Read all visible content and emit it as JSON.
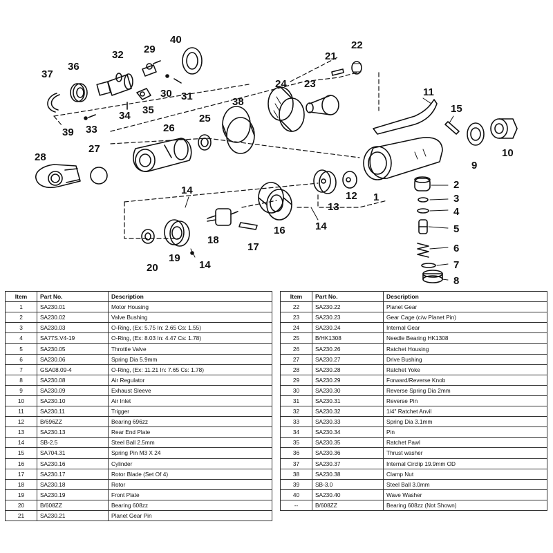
{
  "diagram": {
    "callouts": [
      "1",
      "2",
      "3",
      "4",
      "5",
      "6",
      "7",
      "8",
      "9",
      "10",
      "11",
      "12",
      "13",
      "14",
      "14",
      "14",
      "15",
      "16",
      "17",
      "18",
      "19",
      "20",
      "21",
      "22",
      "23",
      "24",
      "25",
      "26",
      "27",
      "28",
      "29",
      "30",
      "31",
      "32",
      "33",
      "34",
      "35",
      "36",
      "37",
      "38",
      "39",
      "40"
    ]
  },
  "table": {
    "headers": {
      "item": "Item",
      "part": "Part No.",
      "desc": "Description"
    },
    "left": [
      {
        "item": "1",
        "part": "SA230.01",
        "desc": "Motor Housing"
      },
      {
        "item": "2",
        "part": "SA230.02",
        "desc": "Valve Bushing"
      },
      {
        "item": "3",
        "part": "SA230.03",
        "desc": "O-Ring, (Ex: 5.75 In: 2.65 Cs: 1.55)"
      },
      {
        "item": "4",
        "part": "SA77S.V4-19",
        "desc": "O-Ring, (Ex: 8.03 In: 4.47 Cs: 1.78)"
      },
      {
        "item": "5",
        "part": "SA230.05",
        "desc": "Throttle Valve"
      },
      {
        "item": "6",
        "part": "SA230.06",
        "desc": "Spring Dia 5.9mm"
      },
      {
        "item": "7",
        "part": "GSA08.09-4",
        "desc": "O-Ring, (Ex: 11.21 In: 7.65 Cs: 1.78)"
      },
      {
        "item": "8",
        "part": "SA230.08",
        "desc": "Air Regulator"
      },
      {
        "item": "9",
        "part": "SA230.09",
        "desc": "Exhaust Sleeve"
      },
      {
        "item": "10",
        "part": "SA230.10",
        "desc": "Air Inlet"
      },
      {
        "item": "11",
        "part": "SA230.11",
        "desc": "Trigger"
      },
      {
        "item": "12",
        "part": "B/696ZZ",
        "desc": "Bearing 696zz"
      },
      {
        "item": "13",
        "part": "SA230.13",
        "desc": "Rear End Plate"
      },
      {
        "item": "14",
        "part": "SB-2.5",
        "desc": "Steel Ball 2.5mm"
      },
      {
        "item": "15",
        "part": "SA704.31",
        "desc": "Spring Pin M3 X 24"
      },
      {
        "item": "16",
        "part": "SA230.16",
        "desc": "Cylinder"
      },
      {
        "item": "17",
        "part": "SA230.17",
        "desc": "Rotor Blade (Set Of 4)"
      },
      {
        "item": "18",
        "part": "SA230.18",
        "desc": "Rotor"
      },
      {
        "item": "19",
        "part": "SA230.19",
        "desc": "Front Plate"
      },
      {
        "item": "20",
        "part": "B/608ZZ",
        "desc": "Bearing 608zz"
      },
      {
        "item": "21",
        "part": "SA230.21",
        "desc": "Planet Gear Pin"
      }
    ],
    "right": [
      {
        "item": "22",
        "part": "SA230.22",
        "desc": "Planet Gear"
      },
      {
        "item": "23",
        "part": "SA230.23",
        "desc": "Gear Cage (c/w Planet Pin)"
      },
      {
        "item": "24",
        "part": "SA230.24",
        "desc": "Internal Gear"
      },
      {
        "item": "25",
        "part": "B/HK1308",
        "desc": "Needle Bearing HK1308"
      },
      {
        "item": "26",
        "part": "SA230.26",
        "desc": "Ratchet Housing"
      },
      {
        "item": "27",
        "part": "SA230.27",
        "desc": "Drive Bushing"
      },
      {
        "item": "28",
        "part": "SA230.28",
        "desc": "Ratchet Yoke"
      },
      {
        "item": "29",
        "part": "SA230.29",
        "desc": "Forward/Reverse Knob"
      },
      {
        "item": "30",
        "part": "SA230.30",
        "desc": "Reverse Spring Dia 2mm"
      },
      {
        "item": "31",
        "part": "SA230.31",
        "desc": "Reverse Pin"
      },
      {
        "item": "32",
        "part": "SA230.32",
        "desc": "1/4\" Ratchet Anvil"
      },
      {
        "item": "33",
        "part": "SA230.33",
        "desc": "Spring Dia 3.1mm"
      },
      {
        "item": "34",
        "part": "SA230.34",
        "desc": "Pin"
      },
      {
        "item": "35",
        "part": "SA230.35",
        "desc": "Ratchet Pawl"
      },
      {
        "item": "36",
        "part": "SA230.36",
        "desc": "Thrust washer"
      },
      {
        "item": "37",
        "part": "SA230.37",
        "desc": "Internal Circlip 19.9mm OD"
      },
      {
        "item": "38",
        "part": "SA230.38",
        "desc": "Clamp Nut"
      },
      {
        "item": "39",
        "part": "SB-3.0",
        "desc": "Steel Ball 3.0mm"
      },
      {
        "item": "40",
        "part": "SA230.40",
        "desc": "Wave Washer"
      },
      {
        "item": "--",
        "part": "B/608ZZ",
        "desc": "Bearing 608zz (Not Shown)"
      }
    ]
  }
}
